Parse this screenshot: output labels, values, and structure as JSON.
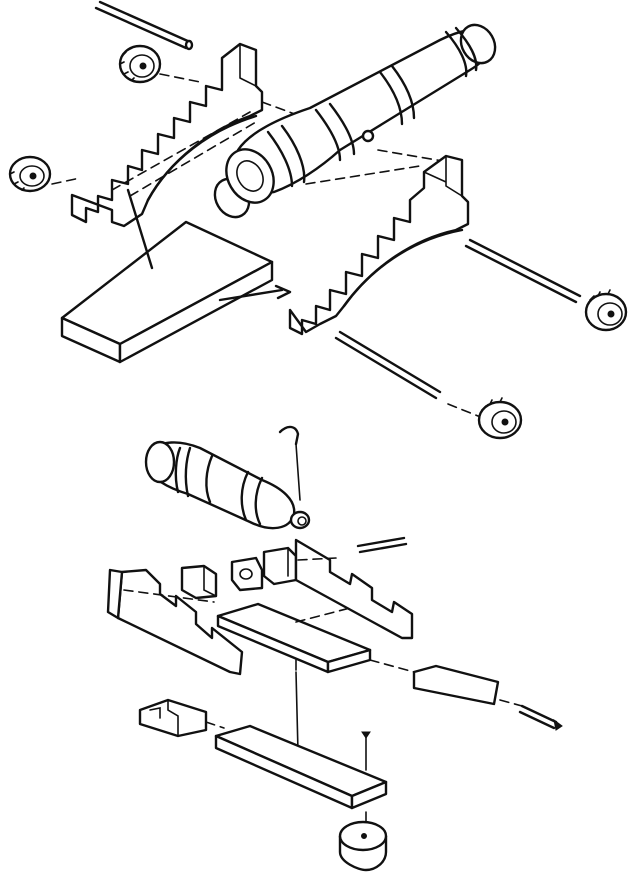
{
  "diagram": {
    "stroke_color": "#111111",
    "background_color": "#ffffff",
    "upper_assembly": {
      "parts": [
        "axle-rod",
        "wheel",
        "carriage-side",
        "cannon-barrel",
        "bed-plank"
      ]
    },
    "lower_assembly": {
      "parts": [
        "pin",
        "cannon-barrel",
        "carriage-side",
        "trunnion-block",
        "center-plank",
        "wedge",
        "base-block",
        "base-plank",
        "swivel-disc"
      ]
    }
  }
}
